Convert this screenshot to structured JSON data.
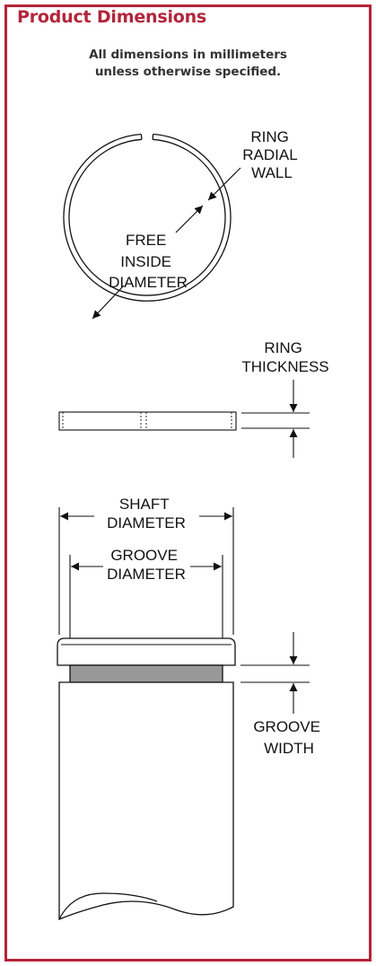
{
  "header": {
    "title": "Product Dimensions",
    "note_line1": "All dimensions in millimeters",
    "note_line2": "unless otherwise specified."
  },
  "labels": {
    "ring_radial_wall": [
      "RING",
      "RADIAL",
      "WALL"
    ],
    "free_inside_diameter": [
      "FREE",
      "INSIDE",
      "DIAMETER"
    ],
    "ring_thickness": [
      "RING",
      "THICKNESS"
    ],
    "shaft_diameter": [
      "SHAFT",
      "DIAMETER"
    ],
    "groove_diameter": [
      "GROOVE",
      "DIAMETER"
    ],
    "groove_width": [
      "GROOVE",
      "WIDTH"
    ]
  },
  "colors": {
    "accent": "#b3243a",
    "groove_fill": "#999999",
    "line": "#111111"
  }
}
